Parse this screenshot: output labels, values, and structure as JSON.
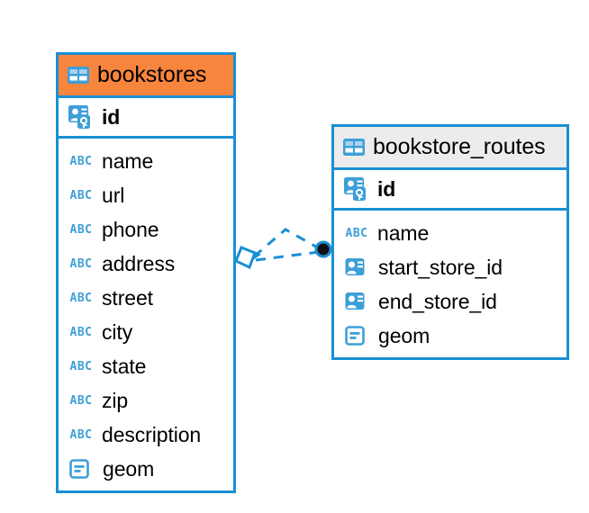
{
  "diagram": {
    "kind": "entity-relationship-diagram",
    "background": "#ffffff",
    "accent_color": "#1a8fd4",
    "header_accent_color": "#f8853e",
    "header_plain_color": "#ececec"
  },
  "entities": [
    {
      "name": "bookstores",
      "header_style": "accent",
      "table_icon": "table-icon",
      "primary_key": {
        "label": "id",
        "icon": "primary-key-icon"
      },
      "fields": [
        {
          "label": "name",
          "icon": "text-field-icon"
        },
        {
          "label": "url",
          "icon": "text-field-icon"
        },
        {
          "label": "phone",
          "icon": "text-field-icon"
        },
        {
          "label": "address",
          "icon": "text-field-icon"
        },
        {
          "label": "street",
          "icon": "text-field-icon"
        },
        {
          "label": "city",
          "icon": "text-field-icon"
        },
        {
          "label": "state",
          "icon": "text-field-icon"
        },
        {
          "label": "zip",
          "icon": "text-field-icon"
        },
        {
          "label": "description",
          "icon": "text-field-icon"
        },
        {
          "label": "geom",
          "icon": "geometry-field-icon"
        }
      ]
    },
    {
      "name": "bookstore_routes",
      "header_style": "plain",
      "table_icon": "table-icon",
      "primary_key": {
        "label": "id",
        "icon": "primary-key-icon"
      },
      "fields": [
        {
          "label": "name",
          "icon": "text-field-icon"
        },
        {
          "label": "start_store_id",
          "icon": "foreign-key-icon"
        },
        {
          "label": "end_store_id",
          "icon": "foreign-key-icon"
        },
        {
          "label": "geom",
          "icon": "geometry-field-icon"
        }
      ]
    }
  ],
  "relationship": {
    "name": "bookstores-to-bookstore-routes",
    "line_style": "dashed",
    "line_color": "#1a8fd4",
    "source_marker": "diamond-marker",
    "target_marker": "filled-circle-marker"
  },
  "icon_glyphs": {
    "text_field": "ABC"
  }
}
